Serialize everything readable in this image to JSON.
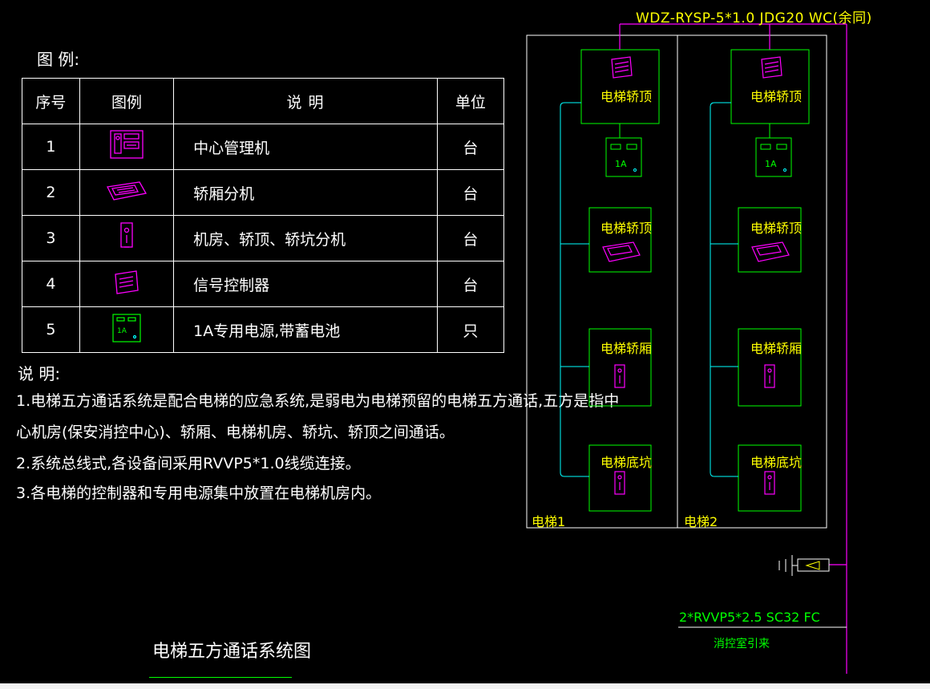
{
  "legend": {
    "title": "图 例:",
    "headers": [
      "序号",
      "图例",
      "说  明",
      "单位"
    ],
    "rows": [
      {
        "no": "1",
        "icon": "central-manager-icon",
        "desc": "中心管理机",
        "unit": "台"
      },
      {
        "no": "2",
        "icon": "car-intercom-icon",
        "desc": "轿厢分机",
        "unit": "台"
      },
      {
        "no": "3",
        "icon": "machine-room-intercom-icon",
        "desc": "机房、轿顶、轿坑分机",
        "unit": "台"
      },
      {
        "no": "4",
        "icon": "signal-controller-icon",
        "desc": "信号控制器",
        "unit": "台"
      },
      {
        "no": "5",
        "icon": "power-supply-icon",
        "desc": "1A专用电源,带蓄电池",
        "unit": "只"
      }
    ]
  },
  "notes": {
    "title": "说 明:",
    "lines": [
      "1.电梯五方通话系统是配合电梯的应急系统,是弱电为电梯预留的电梯五方通话,五方是指中",
      "心机房(保安消控中心)、轿厢、电梯机房、轿坑、轿顶之间通话。",
      "2.系统总线式,各设备间采用RVVP5*1.0线缆连接。",
      "3.各电梯的控制器和专用电源集中放置在电梯机房内。"
    ]
  },
  "diagram": {
    "cable_top": "WDZ-RYSP-5*1.0 JDG20 WC(余同)",
    "cable_bottom": "2*RVVP5*2.5 SC32 FC",
    "cable_bottom_note": "消控室引来",
    "power_label": "1A",
    "elevators": [
      {
        "name": "电梯1",
        "boxes": [
          "电梯轿顶",
          "电梯轿顶",
          "电梯轿厢",
          "电梯底坑"
        ]
      },
      {
        "name": "电梯2",
        "boxes": [
          "电梯轿顶",
          "电梯轿顶",
          "电梯轿厢",
          "电梯底坑"
        ]
      }
    ]
  },
  "drawing_title": "电梯五方通话系统图",
  "colors": {
    "background": "#000000",
    "magenta": "#ff00ff",
    "green": "#00ff00",
    "cyan": "#00ffff",
    "yellow": "#ffff00",
    "white": "#ffffff"
  }
}
